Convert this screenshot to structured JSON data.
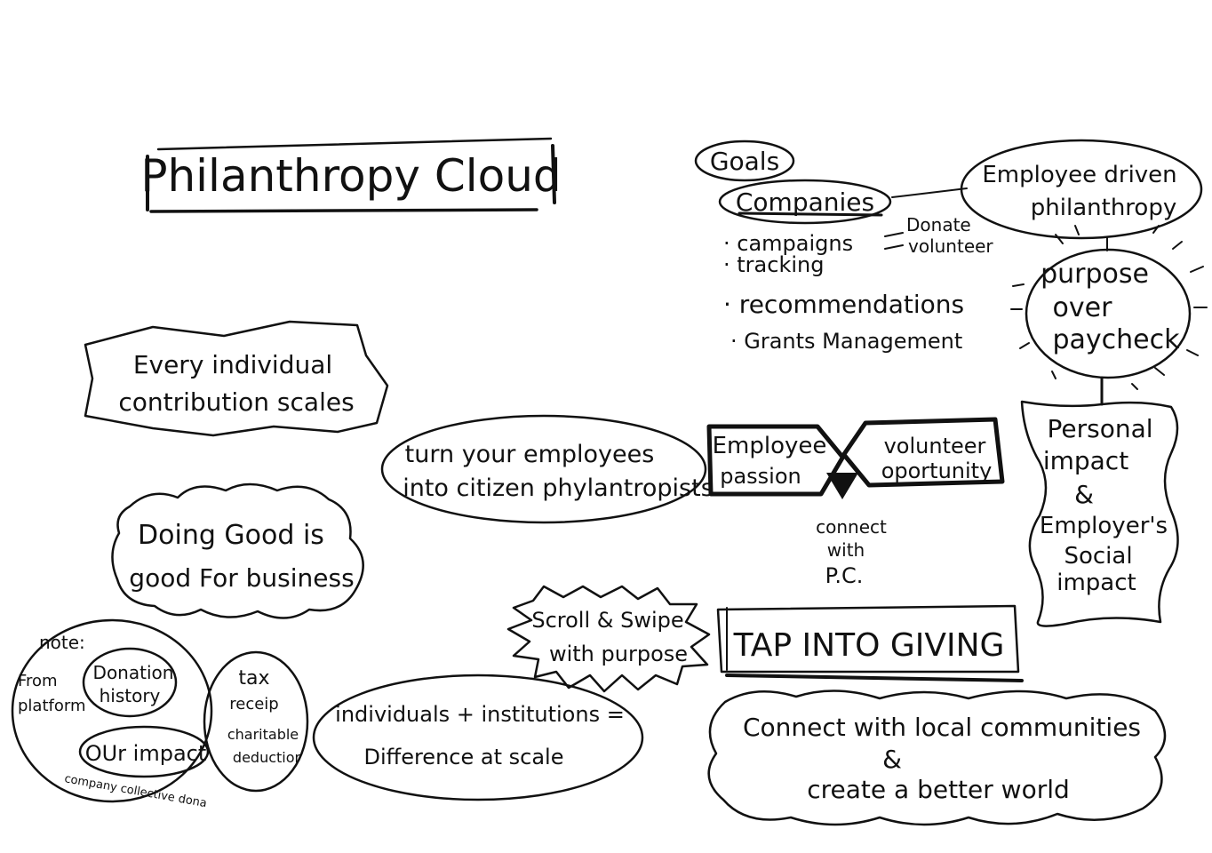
{
  "title": "Philanthropy Cloud",
  "goals": {
    "heading": "Goals",
    "companies": "Companies",
    "items": [
      "· campaigns",
      "· tracking",
      "· recommendations",
      "· Grants Management"
    ],
    "campaign_actions": [
      "Donate",
      "volunteer"
    ]
  },
  "employee_driven": [
    "Employee driven",
    "philanthropy"
  ],
  "purpose": [
    "purpose",
    "over",
    "paycheck"
  ],
  "personal_impact": [
    "Personal",
    "impact",
    "&",
    "Employer's",
    "Social",
    "impact"
  ],
  "every_individual": [
    "Every individual",
    "contribution scales"
  ],
  "turn_employees": [
    "turn your employees",
    "into citizen phylantropists"
  ],
  "connection": {
    "left": [
      "Employee",
      "passion"
    ],
    "right": [
      "volunteer",
      "oportunity"
    ],
    "caption": [
      "connect",
      "with",
      "P.C."
    ]
  },
  "doing_good": [
    "Doing Good is",
    "good For business"
  ],
  "scroll_swipe": [
    "Scroll & Swipe",
    "with purpose"
  ],
  "tap_into_giving": "TAP INTO GIVING",
  "note": {
    "label": "note:",
    "side": [
      "From",
      "platform"
    ],
    "donation_history": [
      "Donation",
      "history"
    ],
    "our_impact": "OUr impact",
    "company_collective": "company collective dona",
    "tax": [
      "tax",
      "receip",
      "charitable",
      "deductior"
    ]
  },
  "individuals": [
    "individuals + institutions =",
    "Difference at scale"
  ],
  "connect_local": [
    "Connect with local communities",
    "&",
    "create a better world"
  ]
}
